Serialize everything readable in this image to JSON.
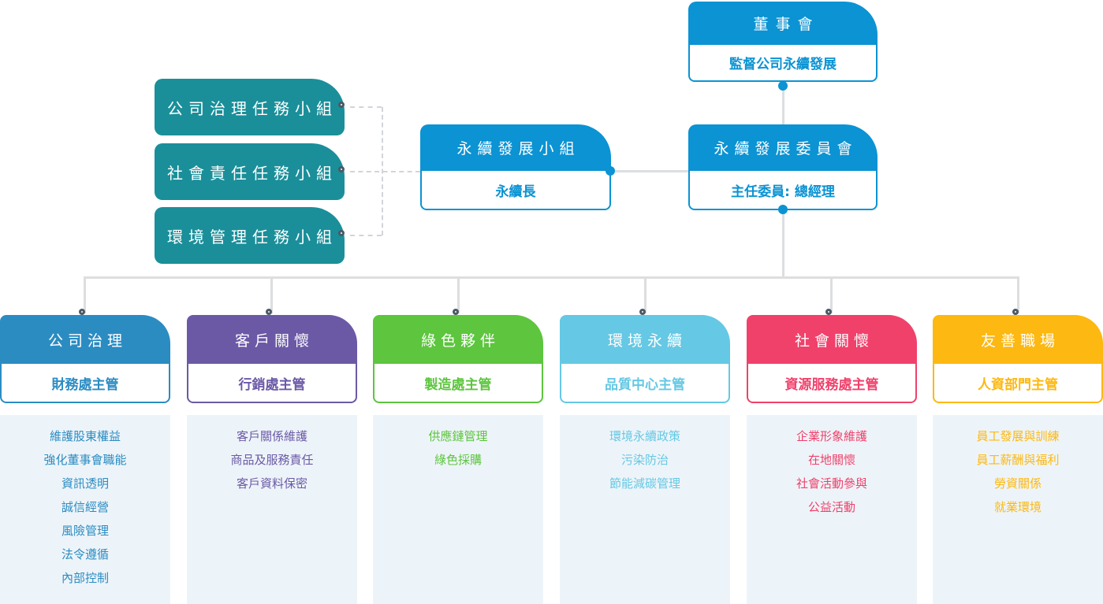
{
  "colors": {
    "azure": "#0b93d3",
    "teal": "#1a8f9a",
    "connector_line": "#dcdee0",
    "dashed_line": "#d2d5d8",
    "node_ring": "#4b5a66",
    "panel_background": "#edf4f9"
  },
  "board": {
    "title": "董事會",
    "subtitle": "監督公司永續發展"
  },
  "committee": {
    "title": "永續發展委員會",
    "subtitle": "主任委員: 總經理"
  },
  "group": {
    "title": "永續發展小組",
    "subtitle": "永續長"
  },
  "task_forces": [
    {
      "label": "公司治理任務小組"
    },
    {
      "label": "社會責任任務小組"
    },
    {
      "label": "環境管理任務小組"
    }
  ],
  "pillars": [
    {
      "title": "公司治理",
      "lead": "財務處主管",
      "color": "#2b8cc2",
      "items": [
        "維護股東權益",
        "強化董事會職能",
        "資訊透明",
        "誠信經營",
        "風險管理",
        "法令遵循",
        "內部控制"
      ]
    },
    {
      "title": "客戶關懷",
      "lead": "行銷處主管",
      "color": "#6b59a6",
      "items": [
        "客戶關係維護",
        "商品及服務責任",
        "客戶資料保密"
      ]
    },
    {
      "title": "綠色夥伴",
      "lead": "製造處主管",
      "color": "#5dc53e",
      "items": [
        "供應鏈管理",
        "綠色採購"
      ]
    },
    {
      "title": "環境永續",
      "lead": "品質中心主管",
      "color": "#65c8e4",
      "items": [
        "環境永續政策",
        "污染防治",
        "節能減碳管理"
      ]
    },
    {
      "title": "社會關懷",
      "lead": "資源服務處主管",
      "color": "#f0416b",
      "items": [
        "企業形象維護",
        "在地關懷",
        "社會活動參與",
        "公益活動"
      ]
    },
    {
      "title": "友善職場",
      "lead": "人資部門主管",
      "color": "#fdb811",
      "items": [
        "員工發展與訓練",
        "員工薪酬與福利",
        "勞資關係",
        "就業環境"
      ]
    }
  ]
}
